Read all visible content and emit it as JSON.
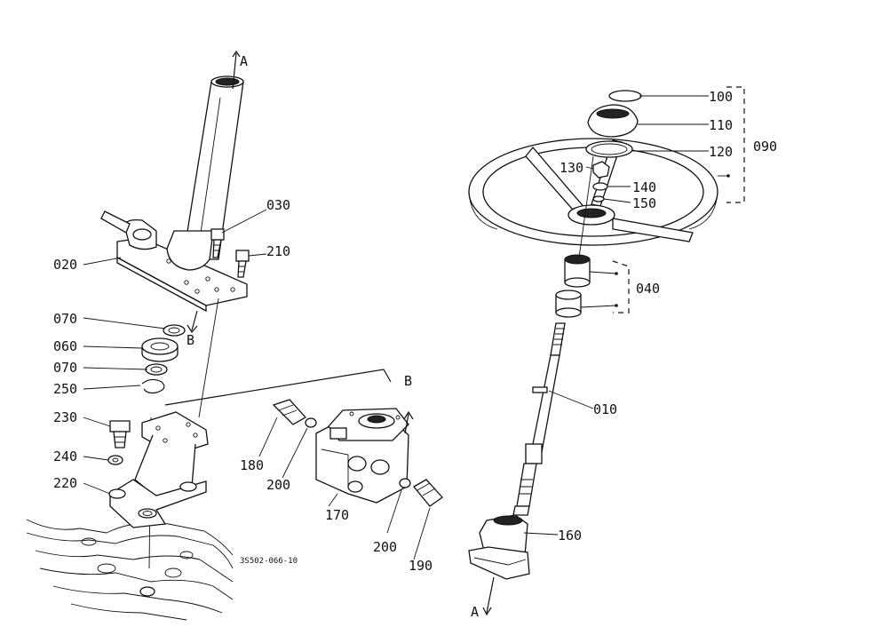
{
  "labels": {
    "p010": "010",
    "p020": "020",
    "p030": "030",
    "p040": "040",
    "p060": "060",
    "p070a": "070",
    "p070b": "070",
    "p090": "090",
    "p100": "100",
    "p110": "110",
    "p120": "120",
    "p130": "130",
    "p140": "140",
    "p150": "150",
    "p160": "160",
    "p170": "170",
    "p180": "180",
    "p190": "190",
    "p200a": "200",
    "p200b": "200",
    "p210": "210",
    "p220": "220",
    "p230": "230",
    "p240": "240",
    "p250": "250"
  },
  "refs": {
    "a_top": "A",
    "a_bottom": "A",
    "b_left": "B",
    "b_right": "B"
  },
  "drawing_code": "3S502-066-10"
}
